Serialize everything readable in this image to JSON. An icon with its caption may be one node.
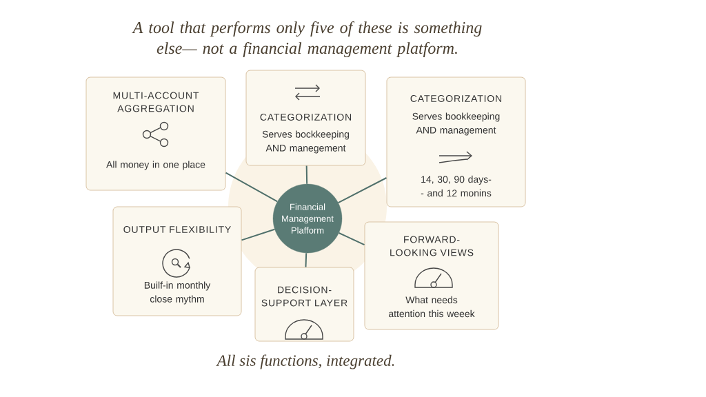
{
  "diagram": {
    "title": "A tool that performs only five of these is something else— not a financial management platform.",
    "caption": "All sis functions, integrated.",
    "nodes": [
      {
        "text": [
          "MULTI-ACCOUNT AGGREGATION",
          "All money in one place"
        ]
      },
      {
        "text": [
          "CATEGORIZATION",
          "Serves bockkeeping AND manegement"
        ]
      },
      {
        "text": [
          "CATEGORIZATION",
          "Serves bookkeeping AND management",
          "14, 30, 90 days-- and 12 monins"
        ]
      },
      {
        "text": [
          "Financial Management Plafform"
        ]
      },
      {
        "text": [
          "OUTPUT FLEXIBILITY",
          "Builf-in monthly close mythm"
        ]
      },
      {
        "text": [
          "DECISION- SUPPORT LAYER"
        ]
      },
      {
        "text": [
          "FORWARD-LOOKING VIEWS",
          "What needs attention this weeek"
        ]
      }
    ],
    "edges": [
      {
        "from": 3,
        "to": 0,
        "arrow": "none"
      },
      {
        "from": 3,
        "to": 1,
        "arrow": "none"
      },
      {
        "from": 3,
        "to": 2,
        "arrow": "none"
      },
      {
        "from": 3,
        "to": 4,
        "arrow": "none"
      },
      {
        "from": 3,
        "to": 5,
        "arrow": "none"
      },
      {
        "from": 3,
        "to": 6,
        "arrow": "none"
      }
    ]
  }
}
